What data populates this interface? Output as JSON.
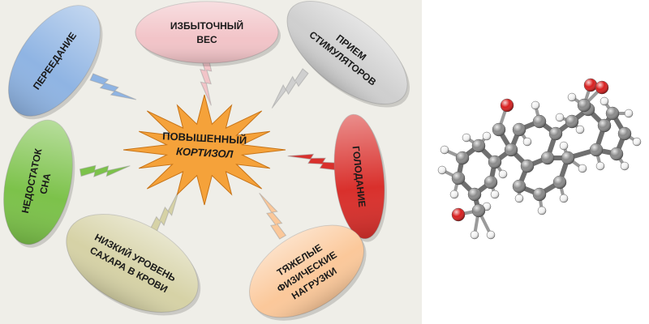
{
  "diagram": {
    "center": {
      "line1": "ПОВЫШЕННЫЙ",
      "line2": "КОРТИЗОЛ",
      "color": "#f5a23a"
    },
    "causes": [
      {
        "id": "overeating",
        "lines": [
          "ПЕРЕЕДАНИЕ"
        ],
        "color": "#8fb4e3"
      },
      {
        "id": "excess-weight",
        "lines": [
          "ИЗБЫТОЧНЫЙ",
          "ВЕС"
        ],
        "color": "#f2c4c8"
      },
      {
        "id": "stimulants",
        "lines": [
          "ПРИЕМ",
          "СТИМУЛЯТОРОВ"
        ],
        "color": "#cfcfcf"
      },
      {
        "id": "fasting",
        "lines": [
          "ГОЛОДАНИЕ"
        ],
        "color": "#d9302c"
      },
      {
        "id": "heavy-exercise",
        "lines": [
          "ТЯЖЕЛЫЕ",
          "ФИЗИЧЕСКИЕ",
          "НАГРУЗКИ"
        ],
        "color": "#fbc89a"
      },
      {
        "id": "low-blood-sugar",
        "lines": [
          "НИЗКИЙ УРОВЕНЬ",
          "САХАРА В КРОВИ"
        ],
        "color": "#d6d2a6"
      },
      {
        "id": "lack-of-sleep",
        "lines": [
          "НЕДОСТАТОК",
          "СНА"
        ],
        "color": "#7cc24a"
      }
    ]
  },
  "molecule": {
    "name": "cortisol-molecule",
    "carbon": "#8a8a8a",
    "oxygen": "#d81e1e",
    "hydrogen": "#f2f2f2"
  }
}
